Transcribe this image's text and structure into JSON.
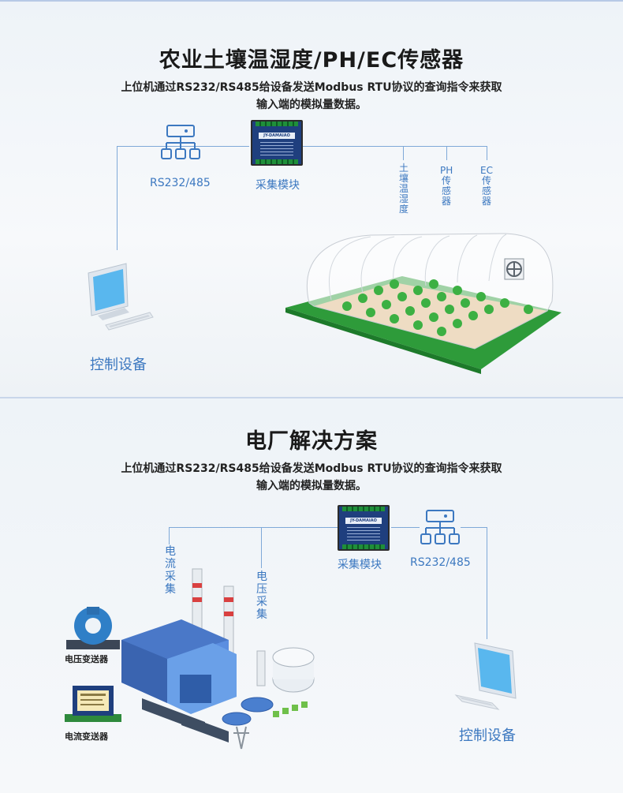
{
  "section1": {
    "title": "农业土壤温湿度/PH/EC传感器",
    "desc_line1": "上位机通过RS232/RS485给设备发送Modbus RTU协议的查询指令来获取",
    "desc_line2": "输入端的模拟量数据。",
    "module_badge": "JY-DAMAIAO",
    "rs_label": "RS232/485",
    "module_label": "采集模块",
    "sensor_soil": "土壤温湿度",
    "sensor_ph": "PH传感器",
    "sensor_ec": "EC传感器",
    "control_label": "控制设备"
  },
  "section2": {
    "title": "电厂解决方案",
    "desc_line1": "上位机通过RS232/RS485给设备发送Modbus RTU协议的查询指令来获取",
    "desc_line2": "输入端的模拟量数据。",
    "module_badge": "JY-DAMAIAO",
    "module_label": "采集模块",
    "rs_label": "RS232/485",
    "current_collect": "电流采集",
    "voltage_collect": "电压采集",
    "voltage_transmitter": "电压变送器",
    "current_transmitter": "电流变送器",
    "control_label": "控制设备"
  },
  "colors": {
    "accent": "#3c78c0",
    "line": "#7fa9d8",
    "module": "#1f3f7e"
  }
}
